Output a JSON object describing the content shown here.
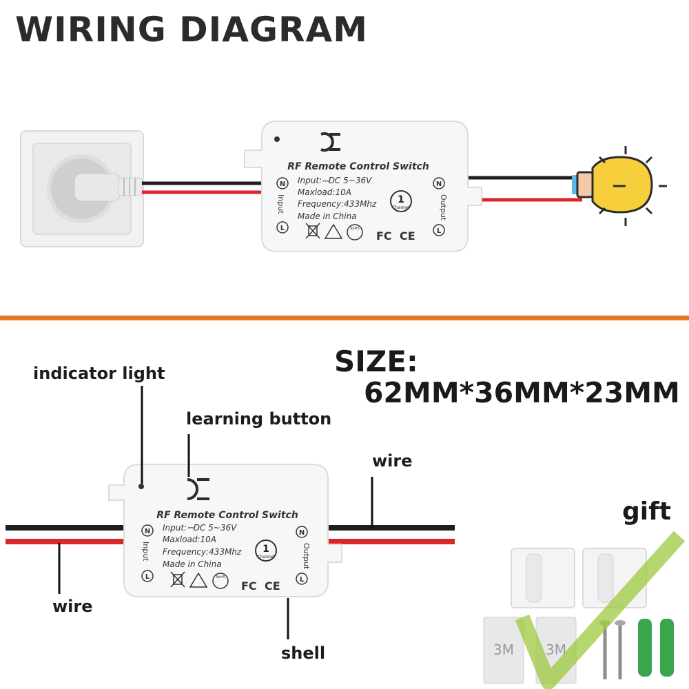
{
  "title": "WIRING DIAGRAM",
  "device": {
    "name": "RF Remote Control Switch",
    "spec_input": "Input:⎓DC 5~36V",
    "spec_maxload": "Maxload:10A",
    "spec_frequency": "Frequency:433Mhz",
    "spec_origin": "Made in China",
    "channel_number": "1",
    "channel_text": "Channel",
    "input_label": "Input",
    "output_label": "Output",
    "terminal_n": "N",
    "terminal_l": "L",
    "fc_mark": "FC",
    "ce_mark": "CE",
    "rohs_mark": "RoHS"
  },
  "callouts": {
    "indicator_light": "indicator light",
    "learning_button": "learning button",
    "wire_right": "wire",
    "wire_left": "wire",
    "shell": "shell"
  },
  "size": {
    "label": "SIZE:",
    "value": "62MM*36MM*23MM"
  },
  "gift": {
    "label": "gift",
    "tape_text": "3M"
  },
  "colors": {
    "accent_divider": "#e07b2a",
    "wire_red": "#d8262a",
    "wire_black": "#1e1e1e",
    "bulb_yellow": "#f7cf3c",
    "check_green": "#9dc940",
    "anchor_green": "#3aa64b"
  }
}
